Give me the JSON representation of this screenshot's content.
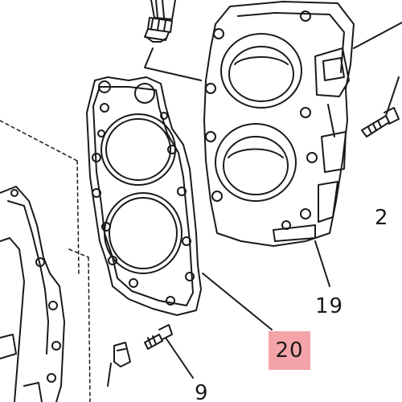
{
  "callouts": {
    "part_19": "19",
    "part_2": "2",
    "part_9": "9",
    "part_20": "20"
  },
  "colors": {
    "line": "#1a1a1a",
    "highlight": "#f4a3a8",
    "background": "#ffffff"
  }
}
